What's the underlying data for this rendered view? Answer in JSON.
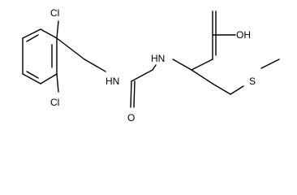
{
  "structure": {
    "atoms": [
      {
        "key": "cl_top",
        "label": "Cl"
      },
      {
        "key": "cl_bottom",
        "label": "Cl"
      },
      {
        "key": "nh_left",
        "label": "HN"
      },
      {
        "key": "nh_right",
        "label": "HN"
      },
      {
        "key": "carbonyl_o",
        "label": "O"
      },
      {
        "key": "acid_oh",
        "label": "OH"
      },
      {
        "key": "sulfur",
        "label": "S"
      }
    ]
  }
}
